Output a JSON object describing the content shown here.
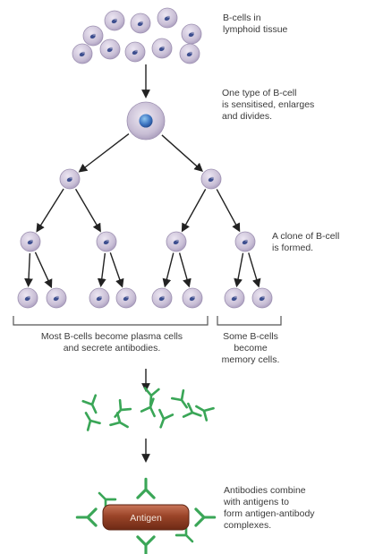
{
  "labels": {
    "lymphoid": [
      "B-cells in",
      "lymphoid tissue"
    ],
    "sensitised": [
      "One type of B-cell",
      "is sensitised, enlarges",
      "and divides."
    ],
    "clone": [
      "A clone of B-cell",
      "is formed."
    ],
    "plasma": [
      "Most B-cells become plasma cells",
      "and secrete antibodies."
    ],
    "memory": [
      "Some B-cells",
      "become",
      "memory cells."
    ],
    "combine": [
      "Antibodies combine",
      "with antigens to",
      "form antigen-antibody",
      "complexes."
    ]
  },
  "antigen_label": "Antigen",
  "colors": {
    "cell_fill": "#c9bfd6",
    "cell_edge": "#9d90b1",
    "nucleus": "#3d4f8f",
    "nucleus_big": "#3e76c2",
    "antibody": "#3aa657",
    "antigen": "#8b3b22",
    "arrow": "#222222",
    "text": "#3a3a3a"
  }
}
